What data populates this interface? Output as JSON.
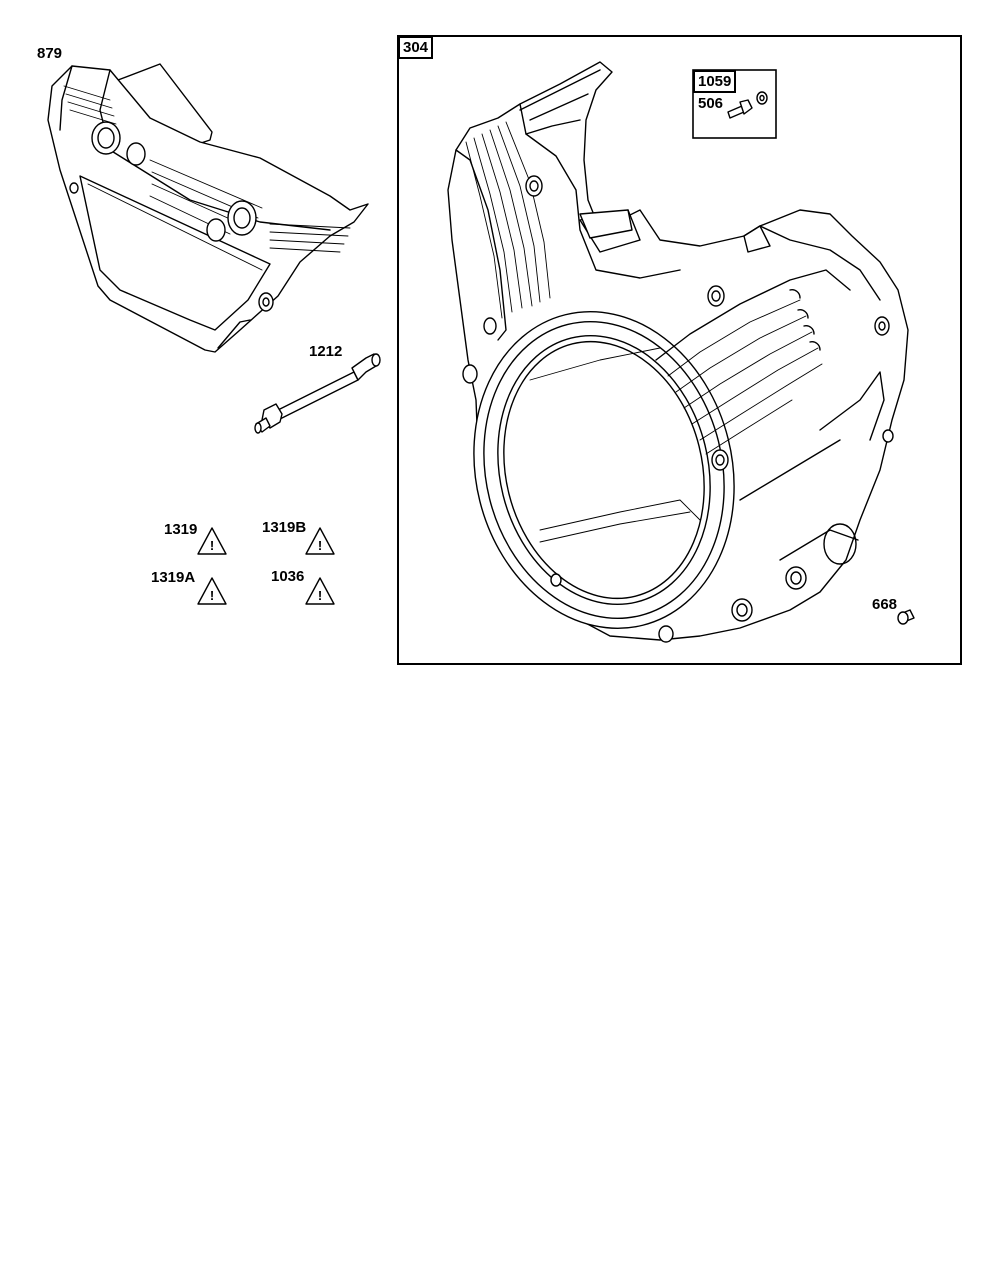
{
  "parts": {
    "cover": "879",
    "stud": "1212",
    "warn_1": "1319",
    "warn_2": "1319B",
    "warn_3": "1319A",
    "warn_4": "1036",
    "housing": "304",
    "kit": "1059",
    "screw": "506",
    "plug": "668"
  },
  "icons": {
    "warning": "warning-triangle-icon"
  }
}
